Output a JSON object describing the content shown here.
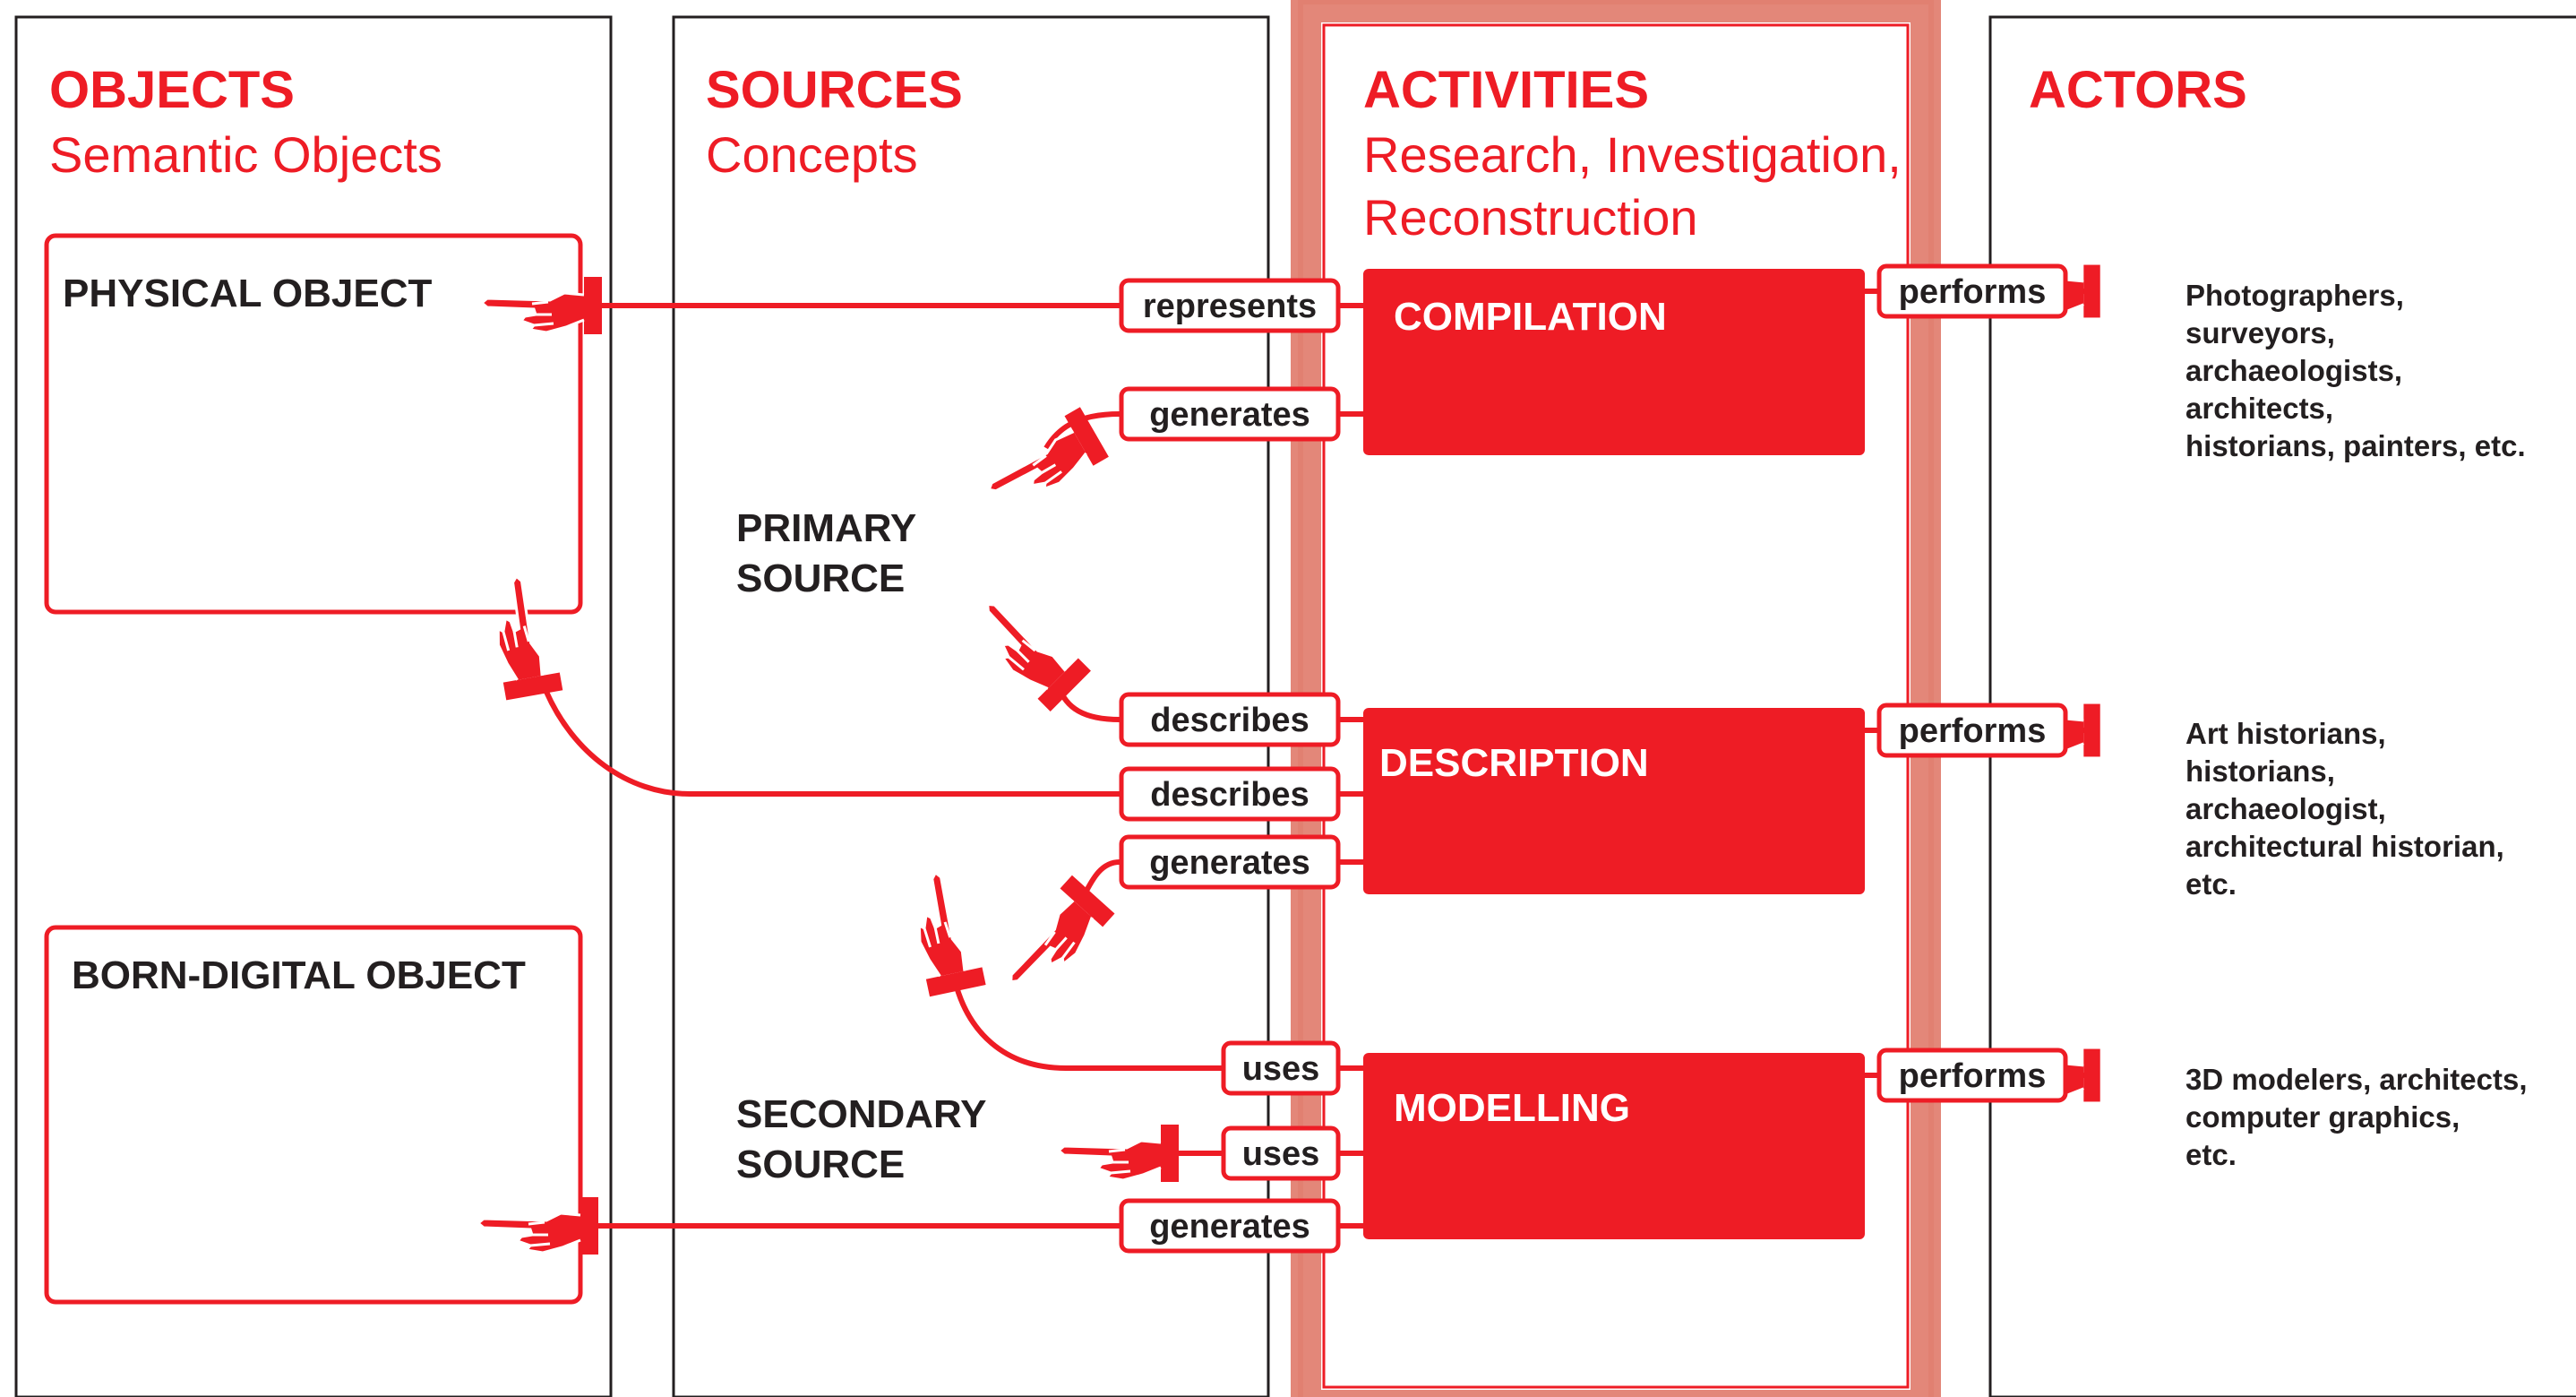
{
  "colors": {
    "accent_red": "#ee1c25",
    "highlight_band": "#e07a6a",
    "text_dark": "#231f20",
    "column_border": "#231f20"
  },
  "columns": {
    "objects": {
      "heading": "OBJECTS",
      "subheading": [
        "Semantic Objects"
      ]
    },
    "sources": {
      "heading": "SOURCES",
      "subheading": [
        "Concepts"
      ]
    },
    "activities": {
      "heading": "ACTIVITIES",
      "subheading": [
        "Research, Investigation,",
        "Reconstruction"
      ]
    },
    "actors": {
      "heading": "ACTORS"
    }
  },
  "objects": {
    "physical": "PHYSICAL OBJECT",
    "born_digital": "BORN-DIGITAL OBJECT"
  },
  "sources": {
    "primary": [
      "PRIMARY",
      "SOURCE"
    ],
    "secondary": [
      "SECONDARY",
      "SOURCE"
    ]
  },
  "activities": {
    "compilation": "COMPILATION",
    "description": "DESCRIPTION",
    "modelling": "MODELLING"
  },
  "relations": {
    "represents": "represents",
    "generates_primary": "generates",
    "describes_primary": "describes",
    "describes_physical": "describes",
    "generates_secondary": "generates",
    "uses_primary": "uses",
    "uses_secondary": "uses",
    "generates_born_digital": "generates",
    "performs_compilation": "performs",
    "performs_description": "performs",
    "performs_modelling": "performs"
  },
  "actors": {
    "compilation": [
      "Photographers,",
      "surveyors,",
      "archaeologists,",
      "architects,",
      "historians, painters, etc."
    ],
    "description": [
      "Art historians,",
      "historians,",
      "archaeologist,",
      "architectural historian,",
      "etc."
    ],
    "modelling": [
      "3D modelers, architects,",
      "computer graphics,",
      "etc."
    ]
  },
  "icons": {
    "pointer": "pointing-hand-icon"
  }
}
